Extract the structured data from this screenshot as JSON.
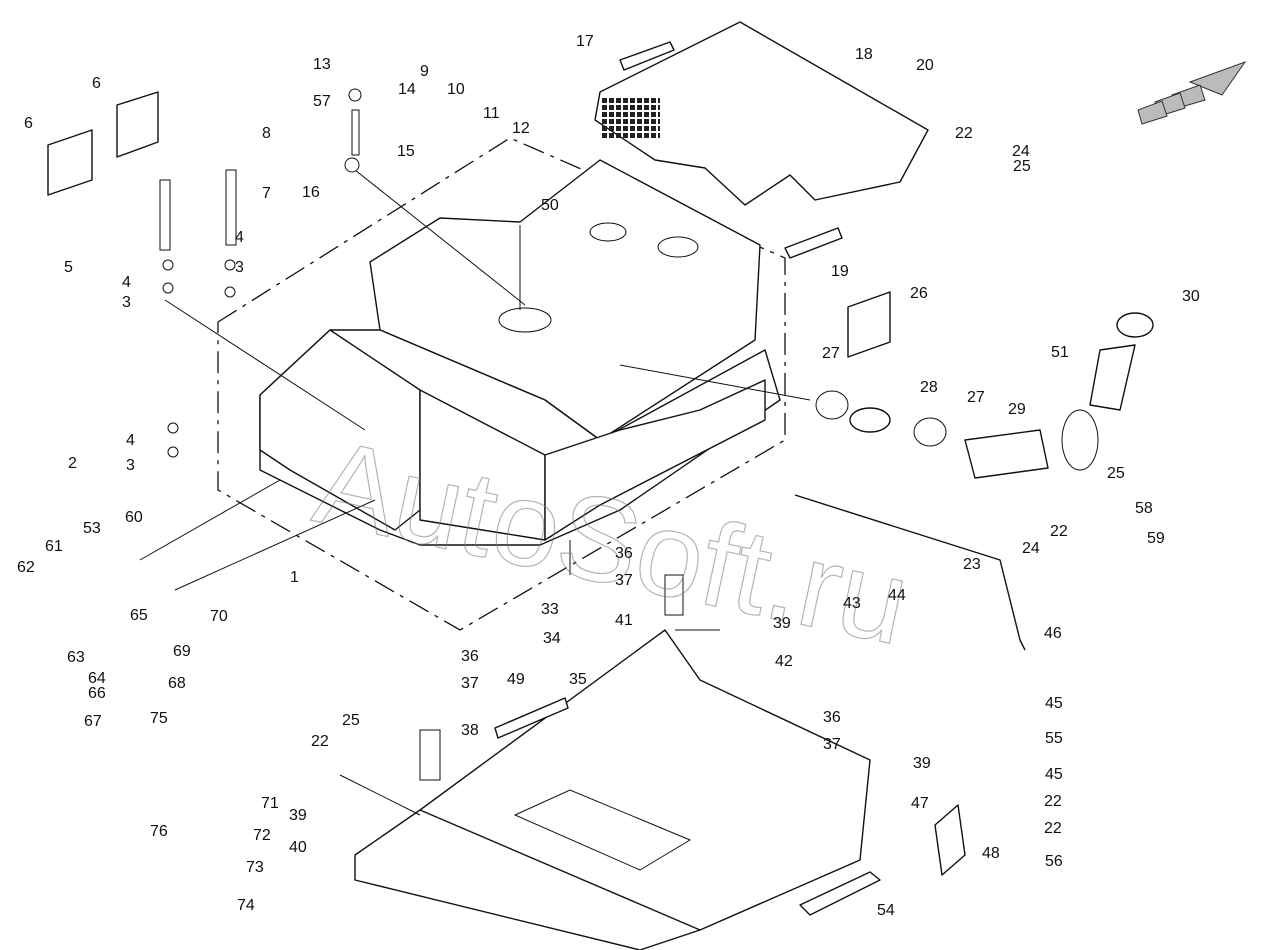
{
  "watermark": "AutoSoft.ru",
  "callouts": [
    "1",
    "2",
    "3",
    "4",
    "5",
    "6",
    "7",
    "8",
    "9",
    "10",
    "11",
    "12",
    "13",
    "14",
    "15",
    "16",
    "17",
    "18",
    "19",
    "20",
    "22",
    "23",
    "24",
    "25",
    "26",
    "27",
    "28",
    "29",
    "30",
    "33",
    "34",
    "35",
    "36",
    "37",
    "38",
    "39",
    "40",
    "41",
    "42",
    "43",
    "44",
    "45",
    "46",
    "47",
    "48",
    "49",
    "50",
    "51",
    "53",
    "54",
    "55",
    "56",
    "57",
    "58",
    "59",
    "60",
    "61",
    "62",
    "63",
    "64",
    "65",
    "66",
    "67",
    "68",
    "69",
    "70",
    "71",
    "72",
    "73",
    "74",
    "75",
    "76"
  ]
}
